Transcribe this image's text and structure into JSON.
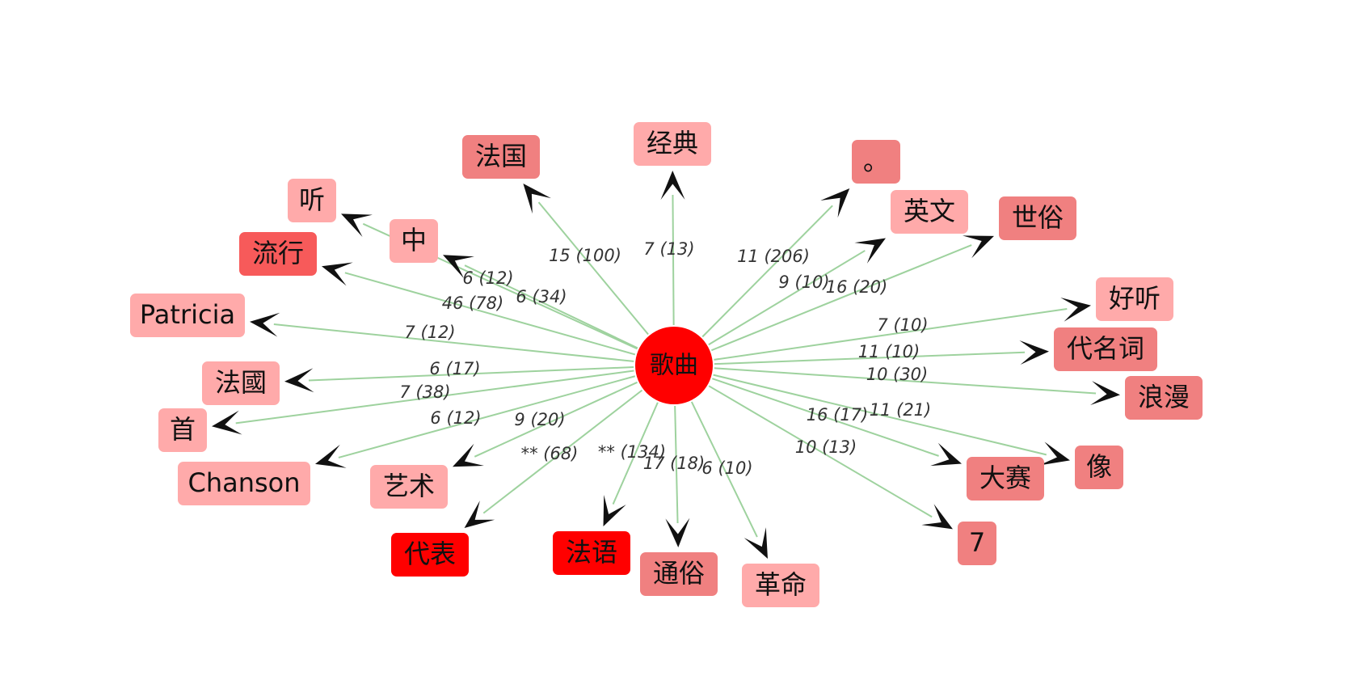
{
  "colors": {
    "edge": "#9ed29e",
    "arrow": "#111111",
    "center": "#ff0000",
    "level_light": "#ffaaaa",
    "level_medium": "#f08080",
    "level_strong": "#f75a5a",
    "level_max": "#ff0000"
  },
  "center": {
    "label": "歌曲"
  },
  "nodes": [
    {
      "id": "n-jingdian",
      "label": "经典",
      "level": "light",
      "edge_label": "7 (13)"
    },
    {
      "id": "n-faguo",
      "label": "法国",
      "level": "medium",
      "edge_label": "15 (100)"
    },
    {
      "id": "n-ting",
      "label": "听",
      "level": "light",
      "edge_label": "6 (34)"
    },
    {
      "id": "n-zhong",
      "label": "中",
      "level": "light",
      "edge_label": "6 (12)"
    },
    {
      "id": "n-liuxing",
      "label": "流行",
      "level": "strong",
      "edge_label": "46 (78)"
    },
    {
      "id": "n-patricia",
      "label": "Patricia",
      "level": "light",
      "edge_label": "7 (12)"
    },
    {
      "id": "n-faguo2",
      "label": "法國",
      "level": "light",
      "edge_label": "6 (17)"
    },
    {
      "id": "n-shou",
      "label": "首",
      "level": "light",
      "edge_label": "7 (38)"
    },
    {
      "id": "n-chanson",
      "label": "Chanson",
      "level": "light",
      "edge_label": "6 (12)"
    },
    {
      "id": "n-yishu",
      "label": "艺术",
      "level": "light",
      "edge_label": "9 (20)"
    },
    {
      "id": "n-daibiao",
      "label": "代表",
      "level": "max",
      "edge_label": "** (68)"
    },
    {
      "id": "n-fayu",
      "label": "法语",
      "level": "max",
      "edge_label": "** (134)"
    },
    {
      "id": "n-tongsu",
      "label": "通俗",
      "level": "medium",
      "edge_label": "17 (18)"
    },
    {
      "id": "n-geming",
      "label": "革命",
      "level": "light",
      "edge_label": "6 (10)"
    },
    {
      "id": "n-seven",
      "label": "7",
      "level": "medium",
      "edge_label": "10 (13)"
    },
    {
      "id": "n-dasai",
      "label": "大赛",
      "level": "medium",
      "edge_label": "16 (17)"
    },
    {
      "id": "n-xiang",
      "label": "像",
      "level": "medium",
      "edge_label": "11 (21)"
    },
    {
      "id": "n-langman",
      "label": "浪漫",
      "level": "medium",
      "edge_label": "10 (30)"
    },
    {
      "id": "n-daimingci",
      "label": "代名词",
      "level": "medium",
      "edge_label": "11 (10)"
    },
    {
      "id": "n-haoting",
      "label": "好听",
      "level": "light",
      "edge_label": "7 (10)"
    },
    {
      "id": "n-shisu",
      "label": "世俗",
      "level": "medium",
      "edge_label": "16 (20)"
    },
    {
      "id": "n-yingwen",
      "label": "英文",
      "level": "light",
      "edge_label": "9 (10)"
    },
    {
      "id": "n-period",
      "label": "。",
      "level": "medium",
      "edge_label": "11 (206)"
    }
  ]
}
